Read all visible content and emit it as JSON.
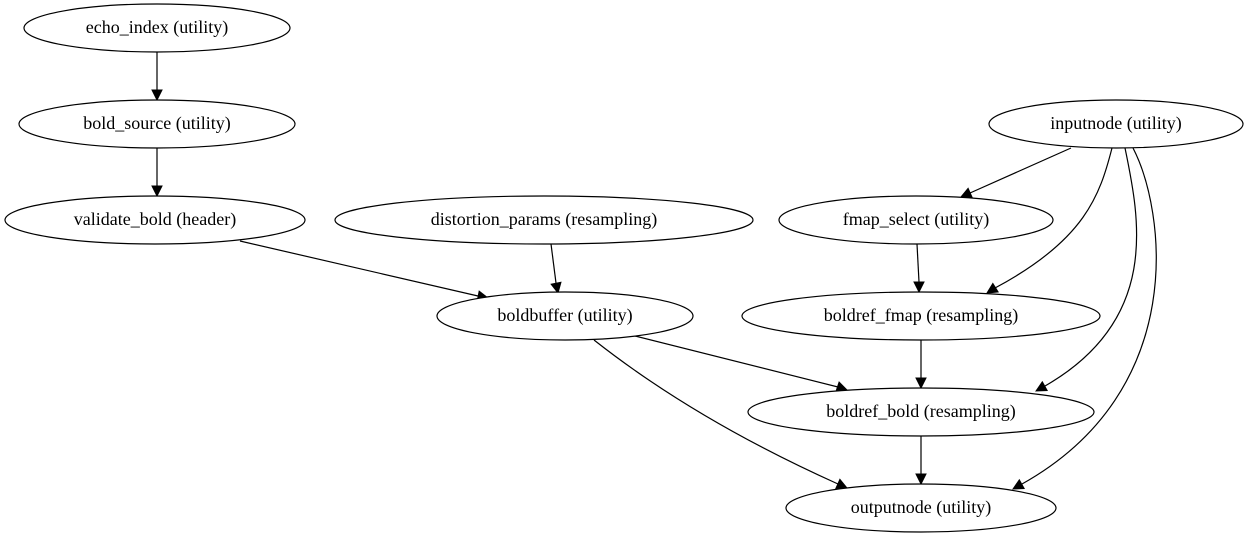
{
  "graph": {
    "nodes": [
      {
        "id": "echo_index",
        "label": "echo_index (utility)"
      },
      {
        "id": "bold_source",
        "label": "bold_source (utility)"
      },
      {
        "id": "validate_bold",
        "label": "validate_bold (header)"
      },
      {
        "id": "distortion_params",
        "label": "distortion_params (resampling)"
      },
      {
        "id": "boldbuffer",
        "label": "boldbuffer (utility)"
      },
      {
        "id": "inputnode",
        "label": "inputnode (utility)"
      },
      {
        "id": "fmap_select",
        "label": "fmap_select (utility)"
      },
      {
        "id": "boldref_fmap",
        "label": "boldref_fmap (resampling)"
      },
      {
        "id": "boldref_bold",
        "label": "boldref_bold (resampling)"
      },
      {
        "id": "outputnode",
        "label": "outputnode (utility)"
      }
    ],
    "edges": [
      {
        "from": "echo_index",
        "to": "bold_source"
      },
      {
        "from": "bold_source",
        "to": "validate_bold"
      },
      {
        "from": "validate_bold",
        "to": "boldbuffer"
      },
      {
        "from": "distortion_params",
        "to": "boldbuffer"
      },
      {
        "from": "inputnode",
        "to": "fmap_select"
      },
      {
        "from": "inputnode",
        "to": "boldref_fmap"
      },
      {
        "from": "fmap_select",
        "to": "boldref_fmap"
      },
      {
        "from": "inputnode",
        "to": "boldref_bold"
      },
      {
        "from": "boldbuffer",
        "to": "boldref_bold"
      },
      {
        "from": "boldref_fmap",
        "to": "boldref_bold"
      },
      {
        "from": "inputnode",
        "to": "outputnode"
      },
      {
        "from": "boldbuffer",
        "to": "outputnode"
      },
      {
        "from": "boldref_bold",
        "to": "outputnode"
      }
    ]
  }
}
